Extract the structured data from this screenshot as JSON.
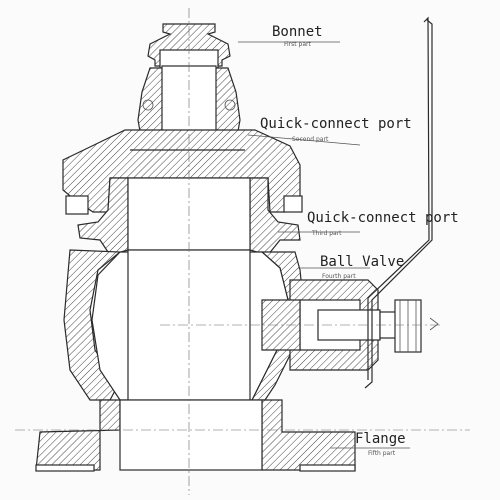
{
  "labels": {
    "bonnet": {
      "text": "Bonnet",
      "sub": "First part"
    },
    "quick_connect_1": {
      "text": "Quick-connect port",
      "sub": "Second part"
    },
    "quick_connect_2": {
      "text": "Quick-connect port",
      "sub": "Third part"
    },
    "ball_valve": {
      "text": "Ball Valve",
      "sub": "Fourth part"
    },
    "flange": {
      "text": "Flange",
      "sub": "Fifth part"
    }
  },
  "colors": {
    "line": "#2b2b2b",
    "background": "#fbfbfb"
  }
}
